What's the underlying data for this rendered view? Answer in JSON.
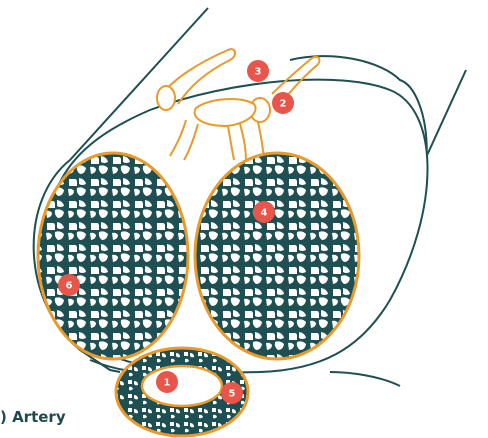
{
  "colors": {
    "outline": "#1e4f52",
    "tissue": "#e89a2c",
    "marker": "#e8554a",
    "marker_text": "#ffffff",
    "caption": "#1e4a4c"
  },
  "markers": [
    {
      "id": "marker-1",
      "label": "1"
    },
    {
      "id": "marker-2",
      "label": "2"
    },
    {
      "id": "marker-3",
      "label": "3"
    },
    {
      "id": "marker-4",
      "label": "4"
    },
    {
      "id": "marker-5",
      "label": "5"
    },
    {
      "id": "marker-6",
      "label": "6"
    }
  ],
  "caption_fragment": ") Artery"
}
